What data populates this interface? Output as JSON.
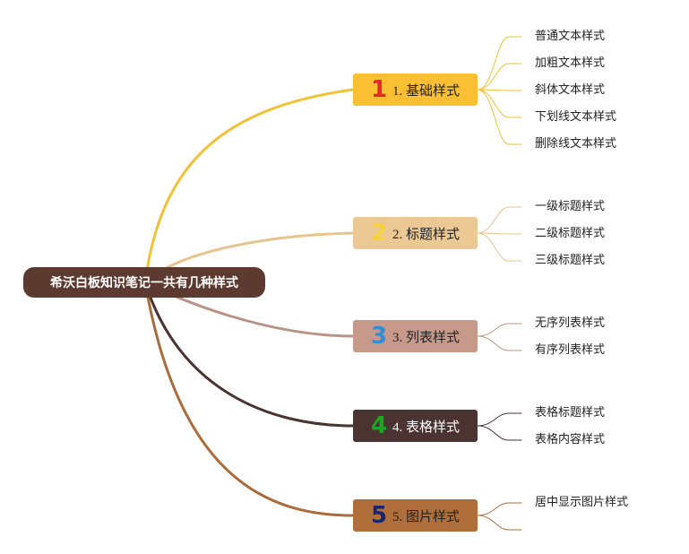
{
  "root": {
    "title": "希沃白板知识笔记一共有几种样式"
  },
  "branches": [
    {
      "number": "1",
      "label": "1. 基础样式",
      "color": "#fbbf34",
      "line_color": "#f1c236",
      "number_color": "#e8262b",
      "dark": false,
      "leaves": [
        "普通文本样式",
        "加粗文本样式",
        "斜体文本样式",
        "下划线文本样式",
        "删除线文本样式"
      ]
    },
    {
      "number": "2",
      "label": "2. 标题样式",
      "color": "#ecc894",
      "line_color": "#e8c48e",
      "number_color": "#f5d238",
      "dark": false,
      "leaves": [
        "一级标题样式",
        "二级标题样式",
        "三级标题样式"
      ]
    },
    {
      "number": "3",
      "label": "3. 列表样式",
      "color": "#c7998b",
      "line_color": "#b99484",
      "number_color": "#2e8fd6",
      "dark": false,
      "leaves": [
        "无序列表样式",
        "有序列表样式"
      ]
    },
    {
      "number": "4",
      "label": "4. 表格样式",
      "color": "#4a3331",
      "line_color": "#4a3331",
      "number_color": "#21a326",
      "dark": true,
      "leaves": [
        "表格标题样式",
        "表格内容样式"
      ]
    },
    {
      "number": "5",
      "label": "5. 图片样式",
      "color": "#b06f3a",
      "line_color": "#ab6c3b",
      "number_color": "#1c2470",
      "dark": false,
      "leaves": [
        "居中显示图片样式",
        ""
      ]
    }
  ]
}
